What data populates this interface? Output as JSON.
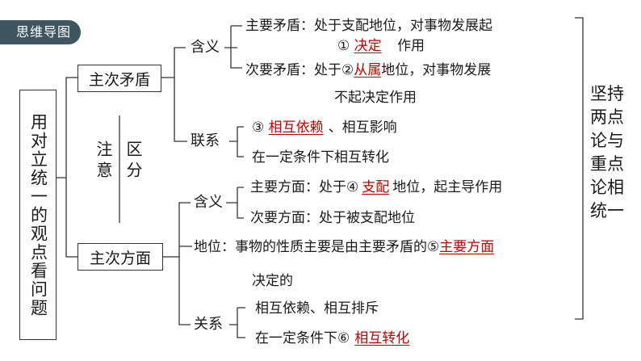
{
  "header": {
    "tag": "思维导图"
  },
  "topic": "用对立统一的观点看问题",
  "main": {
    "primary_secondary_contradiction": "主次矛盾",
    "primary_secondary_aspect": "主次方面",
    "note_1": "注意",
    "note_2": "区分"
  },
  "contradiction": {
    "meaning_label": "含义",
    "primary": {
      "prefix": "主要矛盾：处于支配地位，对事物发展起",
      "line2_num": "①",
      "answer": "决定",
      "suffix": "作用"
    },
    "secondary": {
      "prefix": "次要矛盾：处于②",
      "answer": "从属",
      "suffix": "地位，对事物发展",
      "line2": "不起决定作用"
    },
    "link_label": "联系",
    "link_1": {
      "num": "③",
      "answer": "相互依赖",
      "suffix": "、相互影响"
    },
    "link_2": "在一定条件下相互转化"
  },
  "aspect": {
    "meaning_label": "含义",
    "primary": {
      "prefix": "主要方面：处于④",
      "answer": "支配",
      "suffix": "地位，起主导作用"
    },
    "secondary": "次要方面：处于被支配地位",
    "status": {
      "prefix": "地位：事物的性质主要是由主要矛盾的⑤",
      "answer": "主要方面",
      "line2": "决定的"
    },
    "relation_label": "关系",
    "relation_1": "相互依赖、相互排斥",
    "relation_2": {
      "prefix": "在一定条件下⑥",
      "answer": "相互转化"
    }
  },
  "conclusion": "坚持两点论与重点论相统一"
}
